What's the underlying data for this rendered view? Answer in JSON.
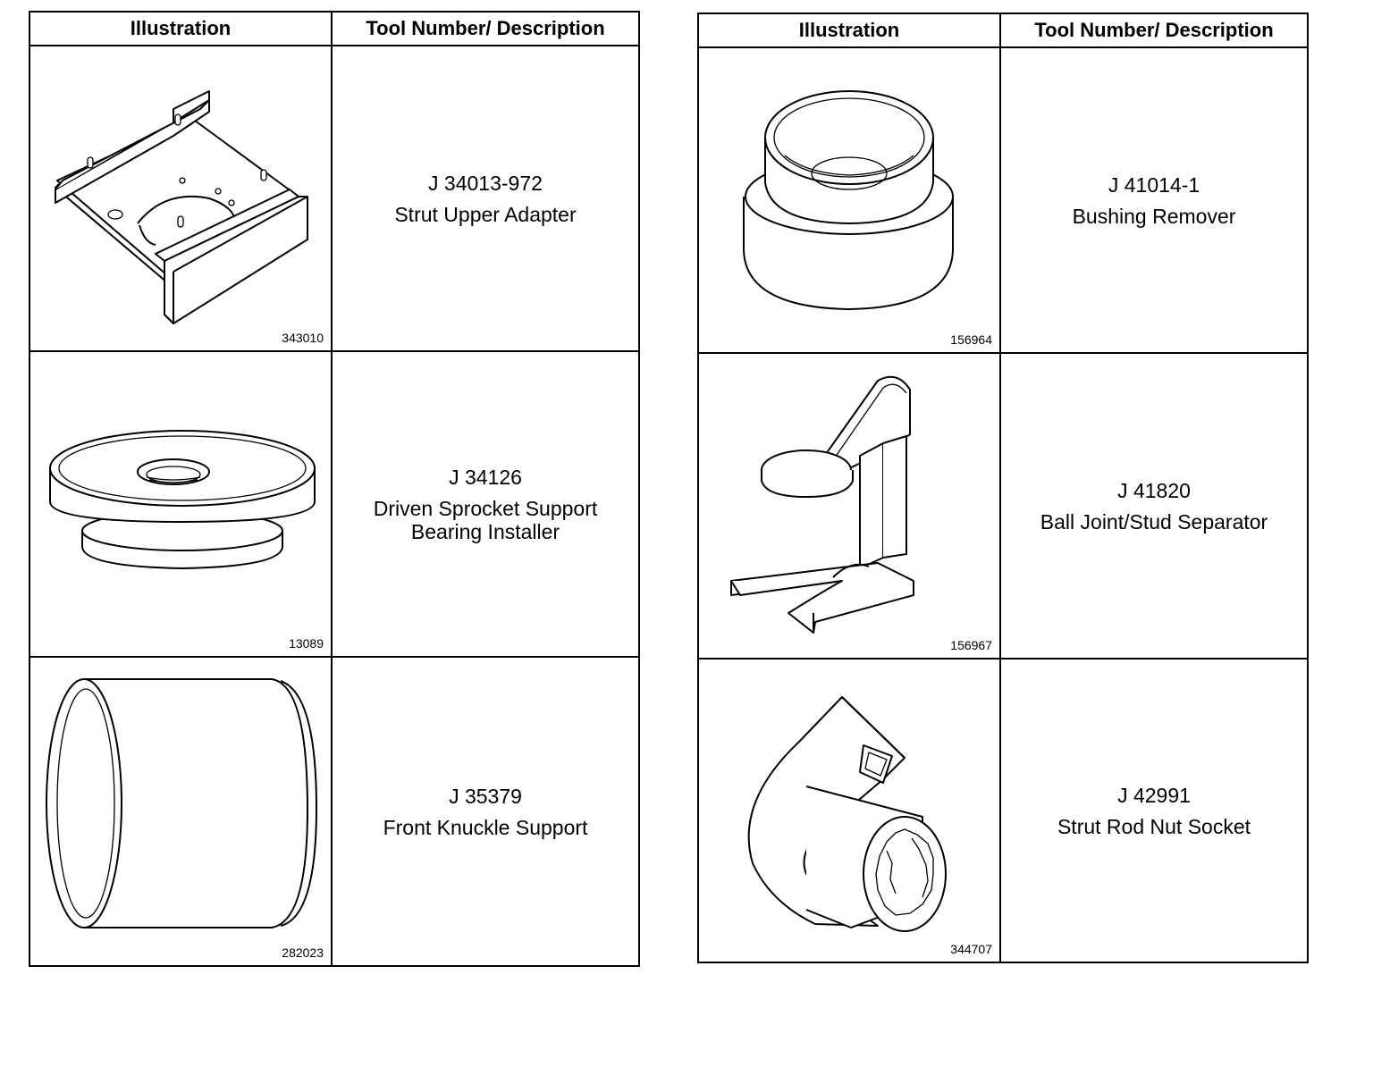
{
  "tables": [
    {
      "header": {
        "illustration": "Illustration",
        "tool": "Tool Number/ Description"
      },
      "rows": [
        {
          "icon": "strut-upper-adapter-icon",
          "figure": "343010",
          "number": "J 34013-972",
          "description": "Strut Upper Adapter"
        },
        {
          "icon": "bearing-installer-icon",
          "figure": "13089",
          "number": "J 34126",
          "description": "Driven Sprocket Support\nBearing Installer"
        },
        {
          "icon": "knuckle-support-icon",
          "figure": "282023",
          "number": "J 35379",
          "description": "Front Knuckle Support"
        }
      ]
    },
    {
      "header": {
        "illustration": "Illustration",
        "tool": "Tool Number/ Description"
      },
      "rows": [
        {
          "icon": "bushing-remover-icon",
          "figure": "156964",
          "number": "J 41014-1",
          "description": "Bushing Remover"
        },
        {
          "icon": "ball-joint-separator-icon",
          "figure": "156967",
          "number": "J 41820",
          "description": "Ball Joint/Stud Separator"
        },
        {
          "icon": "strut-rod-nut-socket-icon",
          "figure": "344707",
          "number": "J 42991",
          "description": "Strut Rod Nut Socket"
        }
      ]
    }
  ]
}
